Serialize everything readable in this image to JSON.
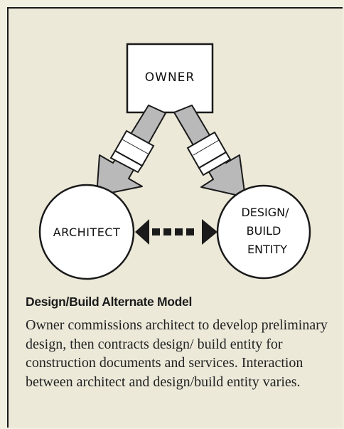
{
  "nodes": {
    "owner": "OWNER",
    "architect": "ARCHITECT",
    "design_build": [
      "DESIGN/",
      "BUILD",
      "ENTITY"
    ]
  },
  "caption": {
    "title": "Design/Build Alternate Model",
    "body": "Owner commissions architect to develop preliminary design, then contracts design/ build entity for construction documents and services. Interaction between architect and design/build entity varies."
  },
  "colors": {
    "background": "#ece9d9",
    "arrow_fill": "#b9b9b9",
    "ink": "#1a1a1a"
  }
}
